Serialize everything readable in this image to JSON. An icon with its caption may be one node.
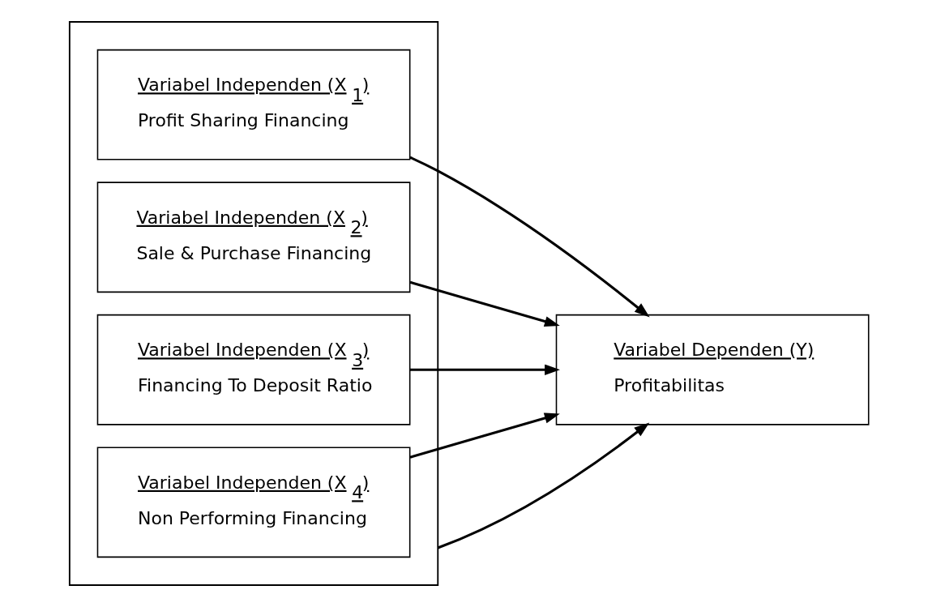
{
  "diagram": {
    "nodes": [
      {
        "text": [],
        "shape": "box"
      },
      {
        "text": [
          "Variabel Independen (X $_{1}$)",
          "Profit Sharing Financing"
        ],
        "in": 0
      },
      {
        "text": [
          "Variabel Independen (X $_{2}$)",
          "Sale & Purchase Financing"
        ],
        "in": 0
      },
      {
        "text": [
          "Variabel Independen (X $_{3}$)",
          "Financing To Deposit Ratio"
        ],
        "in": 0
      },
      {
        "text": [
          "Variabel Independen (X $_{4}$)",
          "Non Performing Financing"
        ],
        "in": 0
      },
      {
        "text": [
          "Variabel Dependen (Y)",
          "Profitabilitas"
        ]
      }
    ],
    "edges": [
      {
        "from": 1,
        "to": 5,
        "arrow": "to"
      },
      {
        "from": 2,
        "to": 5,
        "arrow": "to"
      },
      {
        "from": 3,
        "to": 5,
        "arrow": "to"
      },
      {
        "from": 4,
        "to": 5,
        "arrow": "to"
      },
      {
        "from": 0,
        "to": 5,
        "arrow": "to"
      }
    ]
  }
}
